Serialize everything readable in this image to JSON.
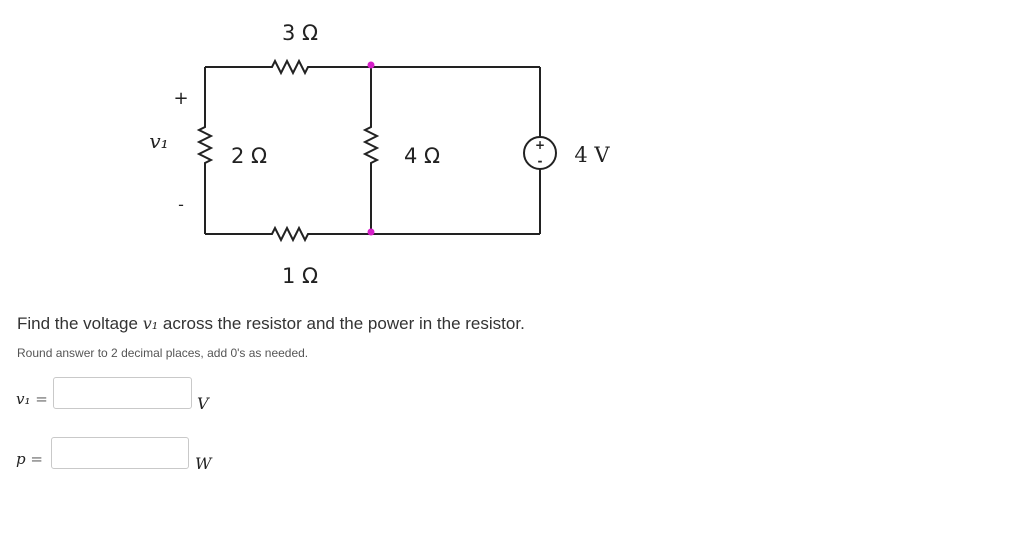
{
  "colors": {
    "wire": "#222222",
    "node": "#d61fc9",
    "text": "#222222"
  },
  "circuit": {
    "top_resistor": {
      "label": "3 Ω"
    },
    "left_resistor": {
      "label": "2 Ω"
    },
    "middle_resistor": {
      "label": "4 Ω"
    },
    "bottom_resistor": {
      "label": "1 Ω"
    },
    "source": {
      "label": "4 V",
      "plus": "+",
      "minus": "-"
    },
    "v1": {
      "label": "v₁",
      "plus": "+",
      "minus": "-"
    }
  },
  "question": {
    "prefix": "Find the voltage",
    "var": "v₁",
    "suffix": "across the resistor and the power in the resistor.",
    "hint": "Round answer to 2 decimal places, add 0's as needed."
  },
  "answers": [
    {
      "label": "v₁",
      "equals": "=",
      "value": "",
      "unit": "V"
    },
    {
      "label": "p",
      "equals": "=",
      "value": "",
      "unit": "W"
    }
  ]
}
